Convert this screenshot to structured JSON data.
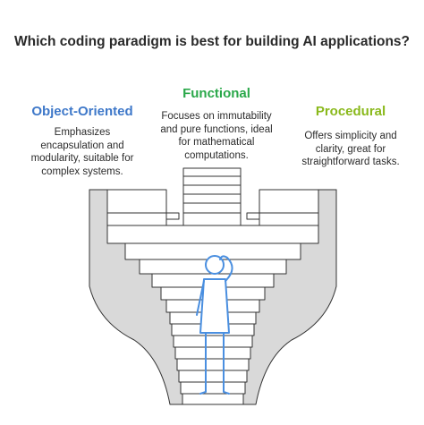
{
  "title": "Which coding paradigm is best for building AI applications?",
  "options": [
    {
      "id": "oo",
      "heading": "Object-Oriented",
      "color": "#3e78c9",
      "description": [
        "Emphasizes",
        "encapsulation and",
        "modularity, suitable for",
        "complex systems."
      ]
    },
    {
      "id": "fn",
      "heading": "Functional",
      "color": "#2aa84a",
      "description": [
        "Focuses on immutability",
        "and pure functions, ideal",
        "for mathematical",
        "computations."
      ]
    },
    {
      "id": "pr",
      "heading": "Procedural",
      "color": "#8ab91c",
      "description": [
        "Offers simplicity and",
        "clarity, great for",
        "straightforward tasks."
      ]
    }
  ],
  "colors": {
    "stair_fill": "#ffffff",
    "stair_shade": "#d9d9d9",
    "stroke": "#333333",
    "person": "#4a8fe0"
  },
  "icons": [
    "staircase-illustration",
    "thinking-person-icon"
  ]
}
